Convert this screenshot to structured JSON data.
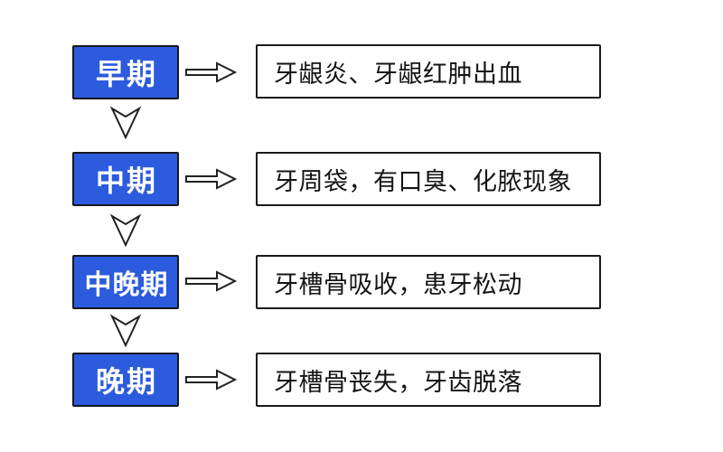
{
  "diagram": {
    "topic": "periodontal-disease-stages-flowchart",
    "rows": [
      {
        "stage": "早期",
        "description": "牙龈炎、牙龈红肿出血"
      },
      {
        "stage": "中期",
        "description": "牙周袋，有口臭、化脓现象"
      },
      {
        "stage": "中晚期",
        "description": "牙槽骨吸收，患牙松动"
      },
      {
        "stage": "晚期",
        "description": "牙槽骨丧失，牙齿脱落"
      }
    ],
    "colors": {
      "stage_box_bg": "#2C5BDE",
      "stage_box_border": "#15181d",
      "stage_text": "#ffffff",
      "desc_box_bg": "#ffffff",
      "desc_box_border": "#1a1a1a",
      "desc_text": "#141414",
      "arrow_fill": "#ffffff",
      "arrow_outline": "#222222",
      "background": "#ffffff"
    },
    "icons": {
      "right_arrow": "hollow-right-arrow",
      "down_arrow": "hollow-down-chevron-arrow"
    }
  }
}
